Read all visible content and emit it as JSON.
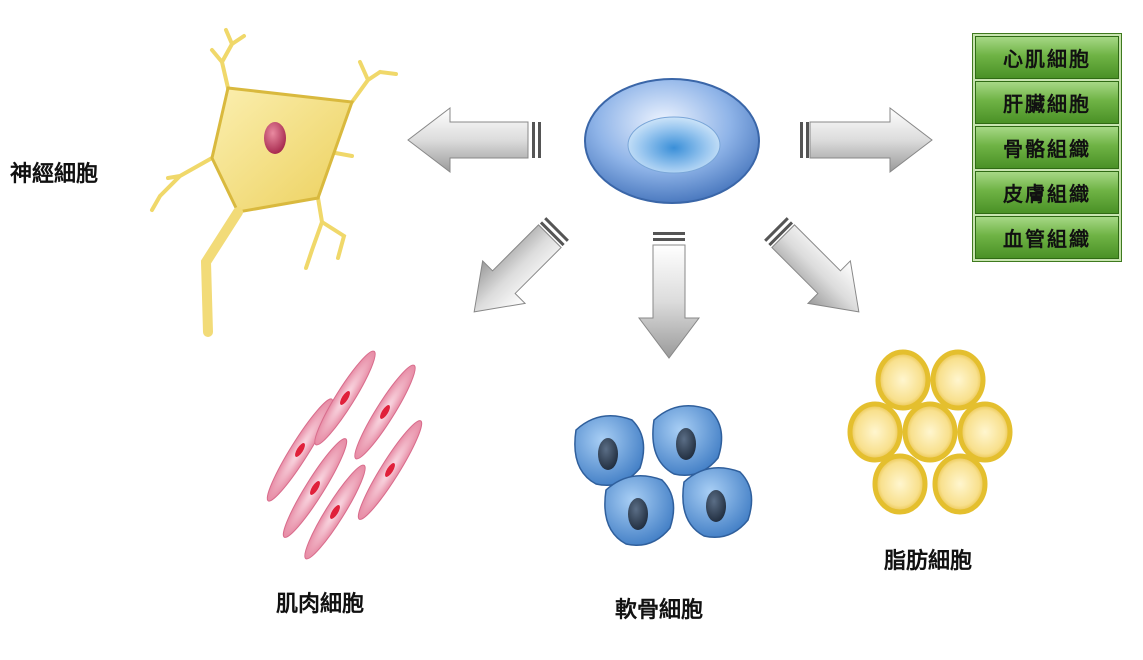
{
  "labels": {
    "neuron": "神經細胞",
    "muscle": "肌肉細胞",
    "cartilage": "軟骨細胞",
    "fat": "脂肪細胞"
  },
  "tissues": [
    "心肌細胞",
    "肝臟細胞",
    "骨骼組織",
    "皮膚組織",
    "血管組織"
  ],
  "colors": {
    "stem_cell": "#5b8fd6",
    "neuron": "#f4e08a",
    "muscle": "#f2a6b8",
    "cartilage": "#4f8ed6",
    "fat": "#f6d55a",
    "tissue_box": "#6fb345",
    "arrow": "#d8d8d8"
  },
  "icons": [
    "stem-cell-icon",
    "neuron-icon",
    "muscle-cells-icon",
    "cartilage-cells-icon",
    "fat-cells-icon"
  ]
}
